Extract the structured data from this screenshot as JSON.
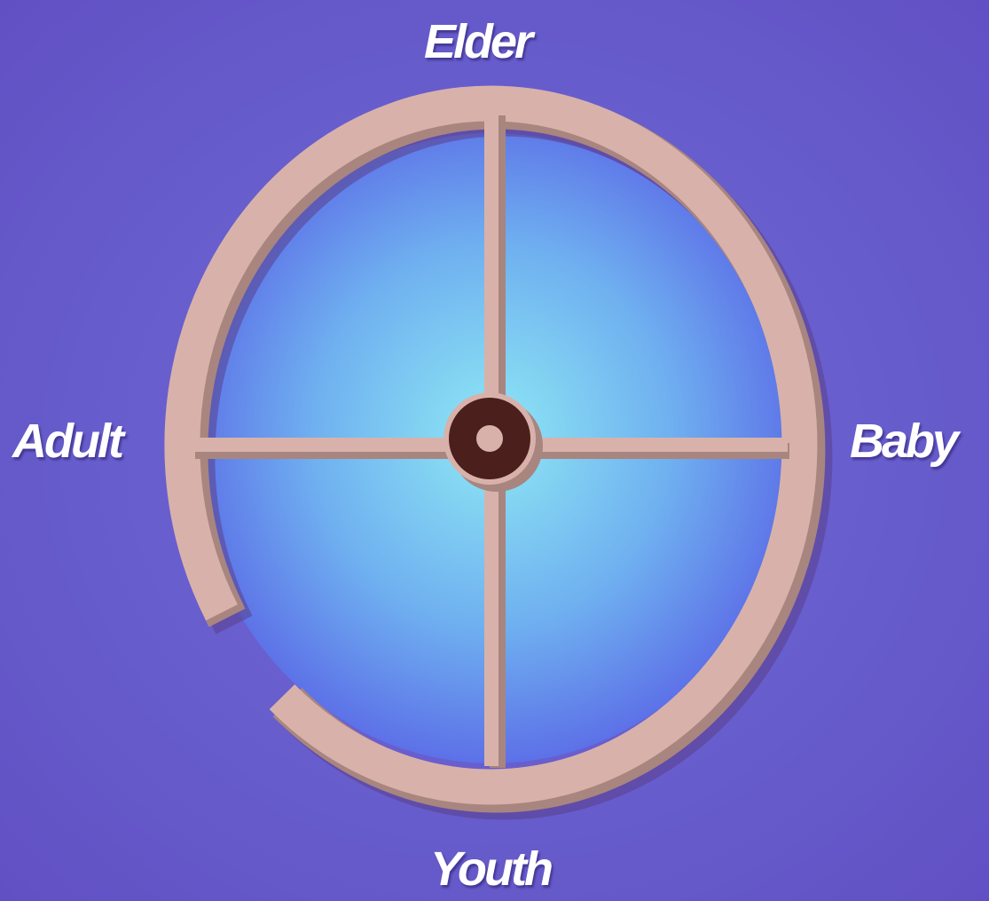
{
  "diagram": {
    "labels": {
      "top": "Elder",
      "left": "Adult",
      "right": "Baby",
      "bottom": "Youth"
    },
    "colors": {
      "background": "#6a5fd0",
      "inner_center": "#8ee8f4",
      "inner_edge": "#5a70e8",
      "ring": "#d8b2aa",
      "ring_shadow": "#a9857f",
      "hub_dark": "#4a1f1c",
      "hub_light": "#d8b2aa",
      "label_text": "#ffffff"
    }
  }
}
